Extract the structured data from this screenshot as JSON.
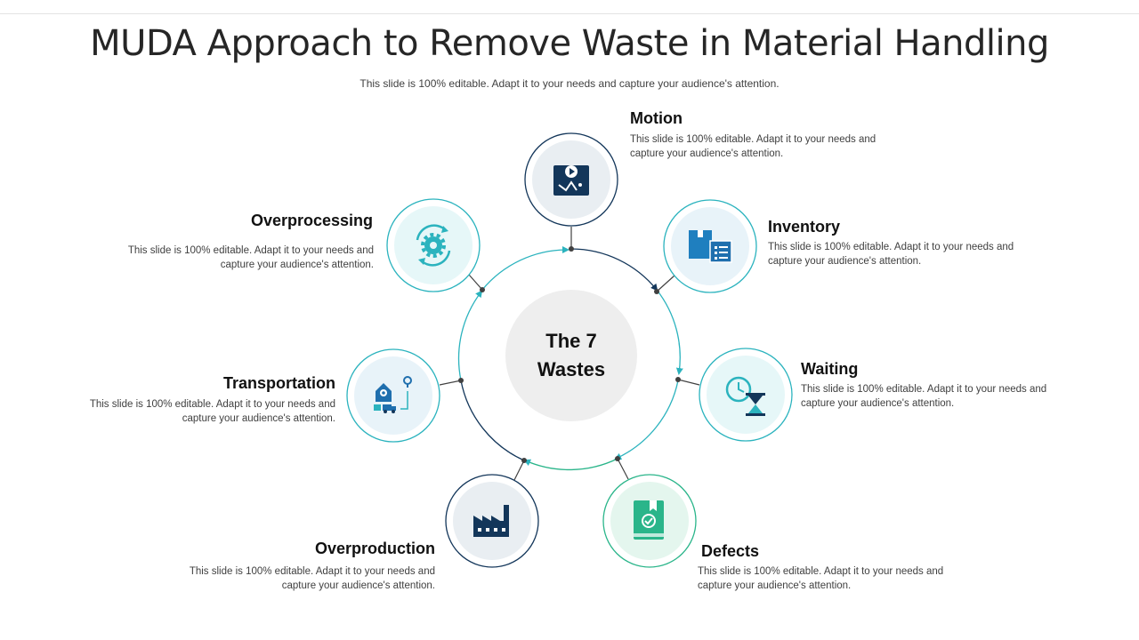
{
  "title": "MUDA Approach to Remove Waste in Material Handling",
  "subtitle": "This slide is 100% editable. Adapt it to your needs and capture your audience's attention.",
  "center": {
    "label": "The 7\nWastes"
  },
  "wastes": [
    {
      "heading": "Motion",
      "description": "This slide is 100% editable. Adapt it to your needs and capture your audience's attention.",
      "icon": "video-tracking-icon"
    },
    {
      "heading": "Inventory",
      "description": "This slide is 100% editable. Adapt it to your needs and capture your audience's attention.",
      "icon": "inventory-boxes-icon"
    },
    {
      "heading": "Waiting",
      "description": "This slide is 100% editable. Adapt it to your needs and capture your audience's attention.",
      "icon": "clock-hourglass-icon"
    },
    {
      "heading": "Defects",
      "description": "This slide is 100% editable. Adapt it to your needs and capture your audience's attention.",
      "icon": "defect-book-icon"
    },
    {
      "heading": "Overproduction",
      "description": "This slide is 100% editable. Adapt it to your needs and capture your audience's attention.",
      "icon": "factory-icon"
    },
    {
      "heading": "Transportation",
      "description": "This slide is 100% editable. Adapt it to your needs and capture your audience's attention.",
      "icon": "transport-route-icon"
    },
    {
      "heading": "Overprocessing",
      "description": "This slide is 100% editable. Adapt it to your needs and capture your audience's attention.",
      "icon": "gear-cycle-icon"
    }
  ],
  "colors": {
    "navy": "#13365a",
    "teal": "#2bb3be",
    "green": "#2ab58a",
    "center_fill": "#eeeeee"
  }
}
